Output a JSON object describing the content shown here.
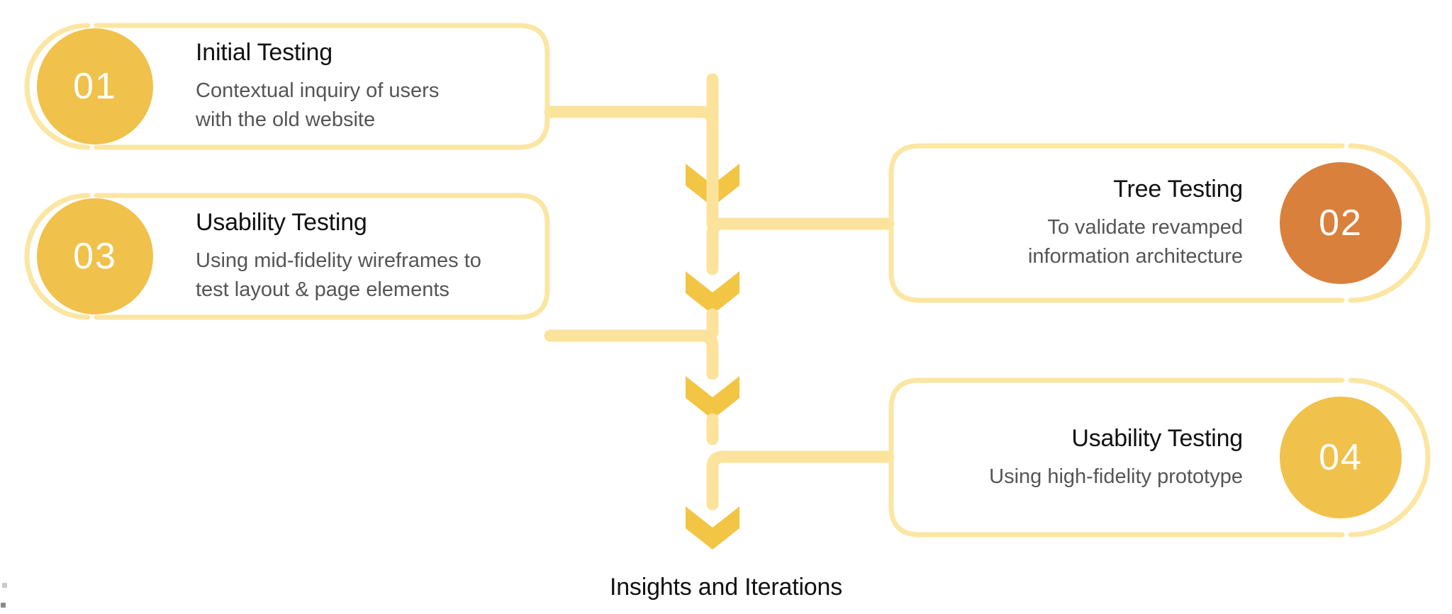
{
  "diagram": {
    "type": "process-flow",
    "caption": "Insights and Iterations",
    "colors": {
      "badge_yellow": "#F0C14B",
      "badge_orange": "#D9803C",
      "outline_yellow": "#FBE6A2",
      "connector_line": "#FBE39B",
      "arrow_head": "#F3C544",
      "title_text": "#111111",
      "body_text": "#555555",
      "background": "#FFFFFF"
    },
    "steps": [
      {
        "number": "01",
        "title": "Initial Testing",
        "description": "Contextual inquiry of users\nwith the old website",
        "badge_color": "#F0C14B",
        "badge_side": "left"
      },
      {
        "number": "02",
        "title": "Tree Testing",
        "description": "To validate revamped\ninformation architecture",
        "badge_color": "#D9803C",
        "badge_side": "right"
      },
      {
        "number": "03",
        "title": "Usability Testing",
        "description": "Using mid-fidelity wireframes to\ntest layout & page elements",
        "badge_color": "#F0C14B",
        "badge_side": "left"
      },
      {
        "number": "04",
        "title": "Usability Testing",
        "description": "Using high-fidelity prototype",
        "badge_color": "#F0C14B",
        "badge_side": "right"
      }
    ],
    "connectors": [
      {
        "name": "step-01-to-down",
        "from": "step-01",
        "direction": "down"
      },
      {
        "name": "step-02-to-down",
        "from": "step-02",
        "direction": "down"
      },
      {
        "name": "step-03-to-down",
        "from": "step-03",
        "direction": "down"
      },
      {
        "name": "step-04-to-caption",
        "from": "step-04",
        "direction": "down"
      }
    ]
  }
}
